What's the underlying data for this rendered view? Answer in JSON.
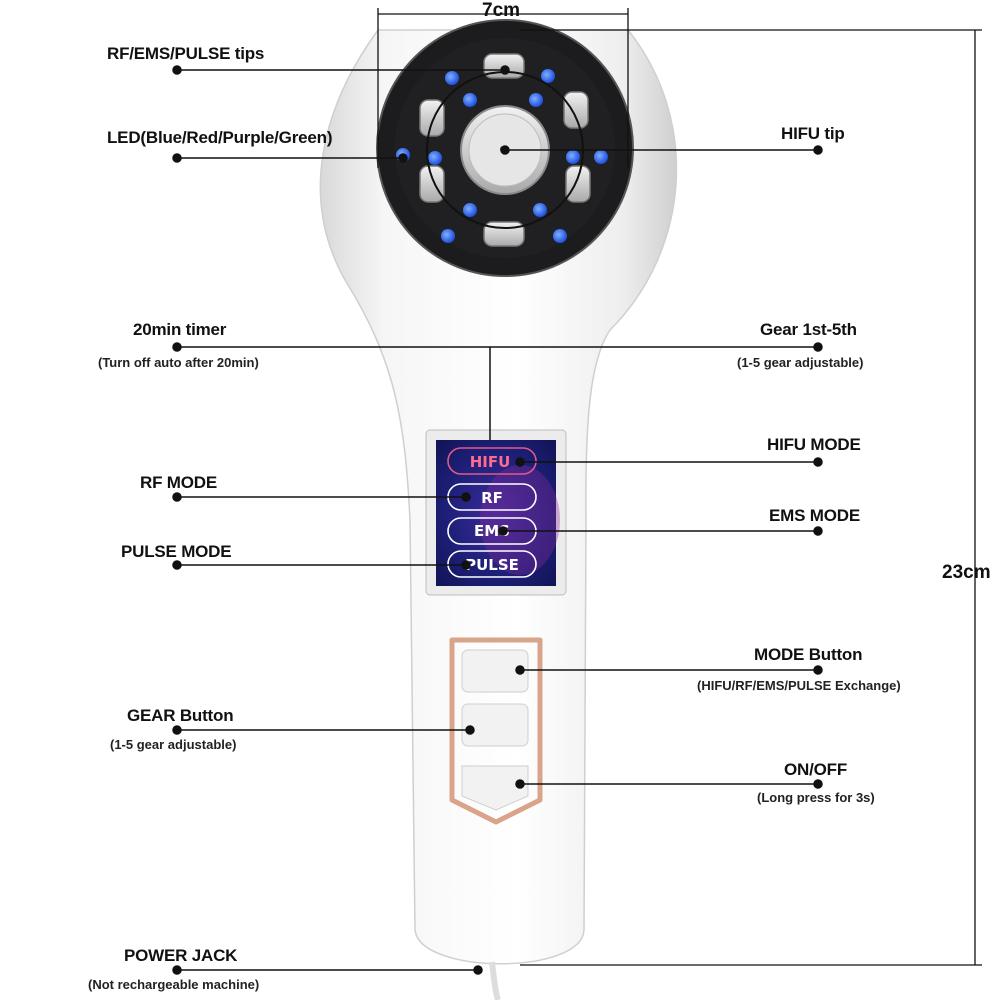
{
  "dimensions": {
    "width": "7cm",
    "height": "23cm"
  },
  "labels": {
    "tips": "RF/EMS/PULSE tips",
    "led": "LED(Blue/Red/Purple/Green)",
    "hifu_tip": "HIFU tip",
    "timer": "20min timer",
    "timer_sub": "(Turn off auto after 20min)",
    "gear": "Gear 1st-5th",
    "gear_sub": "(1-5 gear adjustable)",
    "hifu_mode": "HIFU MODE",
    "rf_mode": "RF MODE",
    "ems_mode": "EMS MODE",
    "pulse_mode": "PULSE MODE",
    "mode_button": "MODE Button",
    "mode_button_sub": "(HIFU/RF/EMS/PULSE Exchange)",
    "gear_button": "GEAR Button",
    "gear_button_sub": "(1-5 gear adjustable)",
    "onoff": "ON/OFF",
    "onoff_sub": "(Long press for 3s)",
    "power_jack": "POWER JACK",
    "power_jack_sub": "(Not rechargeable machine)"
  },
  "screen": {
    "hifu": "HIFU",
    "rf": "RF",
    "ems": "EMS",
    "pulse": "PULSE"
  },
  "colors": {
    "led": "#1e5bff",
    "screen_bg": "#1a1f6e",
    "rose_gold": "#d9a48a",
    "line": "#111111"
  }
}
